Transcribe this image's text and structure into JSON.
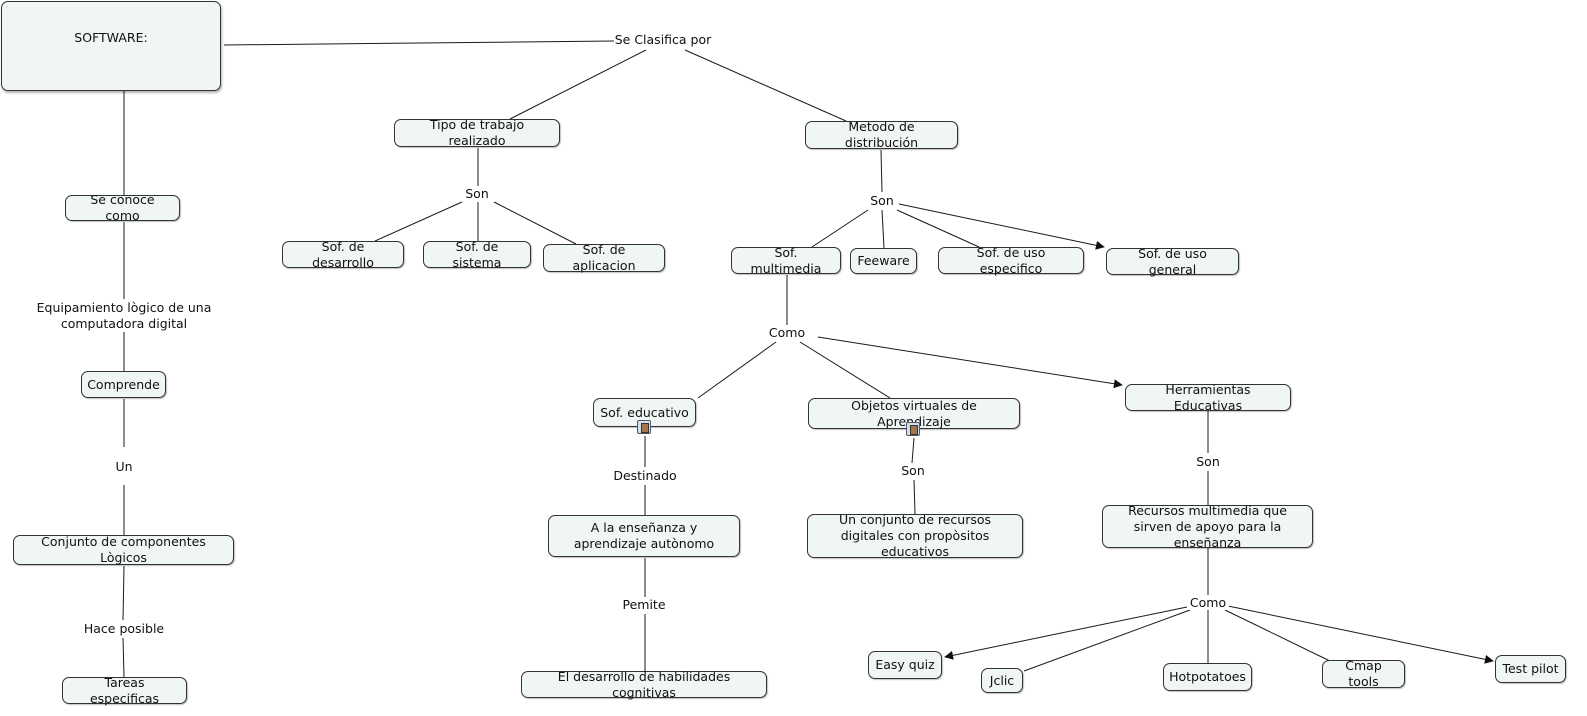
{
  "nodes": {
    "software": "SOFTWARE:",
    "tipo_trabajo": "Tipo de trabajo realizado",
    "metodo_distribucion": "Metodo de distribución",
    "se_conoce_como": "Se conoce como",
    "sof_desarrollo": "Sof. de desarrollo",
    "sof_sistema": "Sof. de sistema",
    "sof_aplicacion": "Sof. de aplicacion",
    "sof_multimedia": "Sof. multimedia",
    "feeware": "Feeware",
    "sof_uso_especifico": "Sof. de uso especifico",
    "sof_uso_general": "Sof. de uso general",
    "comprende": "Comprende",
    "sof_educativo": "Sof. educativo",
    "objetos_virtuales": "Objetos virtuales de Aprendizaje",
    "herramientas_educativas": "Herramientas Educativas",
    "ensenanza_aprendizaje": "A la enseñanza y aprendizaje autònomo",
    "conjunto_recursos": "Un conjunto de recursos digitales con propòsitos educativos",
    "recursos_multimedia": "Recursos multimedia que sirven de apoyo para la enseñanza",
    "conjunto_componentes": "Conjunto de componentes Lògicos",
    "tareas_especificas": "Tareas especificas",
    "desarrollo_habilidades": "El desarrollo de habilidades cognitivas",
    "easy_quiz": "Easy quiz",
    "jclic": "Jclic",
    "hotpotatoes": "Hotpotatoes",
    "cmap_tools": "Cmap tools",
    "test_pilot": "Test pilot"
  },
  "labels": {
    "se_clasifica_por": "Se Clasifica por",
    "son_tipo": "Son",
    "son_metodo": "Son",
    "equipamiento": "Equipamiento lògico de una computadora digital",
    "como_multimedia": "Como",
    "un": "Un",
    "destinado": "Destinado",
    "son_objetos": "Son",
    "son_herramientas": "Son",
    "hace_posible": "Hace posible",
    "pemite": "Pemite",
    "como_recursos": "Como"
  },
  "icons": {
    "resource_icon": "document-resource-icon"
  },
  "colors": {
    "node_fill": "#f0f5f6",
    "node_border": "#333333",
    "link": "#1a1a1a"
  }
}
